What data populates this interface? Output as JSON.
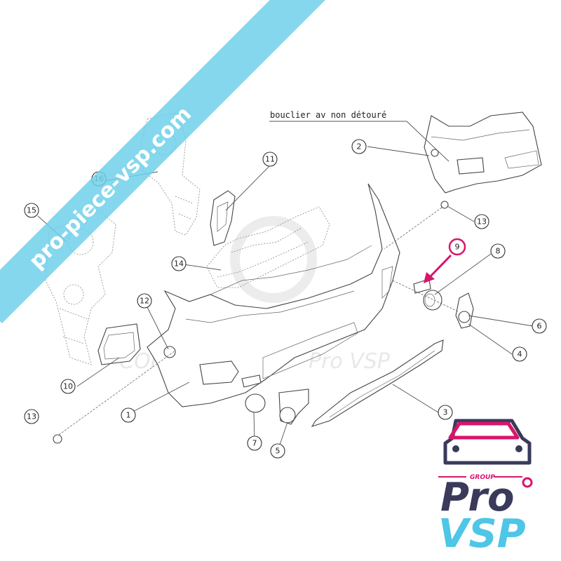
{
  "diagram": {
    "note_label": "bouclier av non détouré",
    "callouts": [
      "1",
      "2",
      "3",
      "4",
      "5",
      "6",
      "7",
      "8",
      "9",
      "10",
      "11",
      "12",
      "13",
      "13",
      "14",
      "15",
      "16"
    ],
    "highlight_callout": "9",
    "highlight_color": "#d9156a"
  },
  "watermark": {
    "banner_text": "pro-piece-vsp.com",
    "banner_color": "#6fd0ea",
    "copyright_text": "COPYRIGHT",
    "copyright_brand": "Pro VSP"
  },
  "logo": {
    "group_text": "GROUP",
    "pro_text": "Pro",
    "vsp_text": "VSP",
    "pro_color": "#3a3a5a",
    "vsp_color": "#4ec6e6",
    "accent_color": "#d9156a"
  }
}
